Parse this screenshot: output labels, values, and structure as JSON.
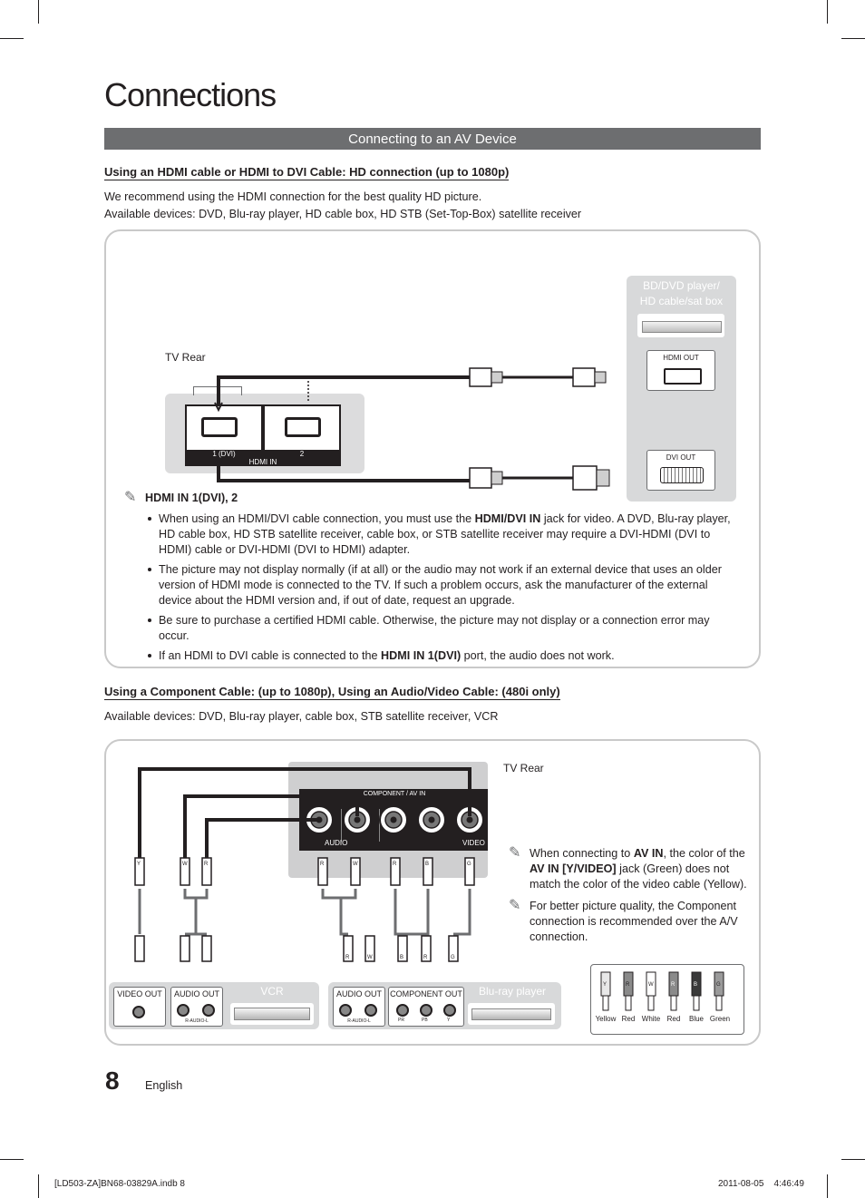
{
  "page": {
    "title": "Connections",
    "page_number": "8",
    "language": "English",
    "footer_file": "[LD503-ZA]BN68-03829A.indb   8",
    "footer_timestamp": "2011-08-05      4:46:49"
  },
  "section": {
    "header": "Connecting to an AV Device"
  },
  "hdmi": {
    "heading": "Using an HDMI cable or HDMI to DVI Cable: HD connection (up to 1080p)",
    "intro_1": "We recommend using the HDMI connection for the best quality HD picture.",
    "intro_2": "Available devices: DVD, Blu-ray player, HD cable box, HD STB (Set-Top-Box) satellite receiver",
    "diagram": {
      "tv_rear": "TV Rear",
      "device_label_1": "BD/DVD player/",
      "device_label_2": "HD cable/sat box",
      "hdmi_out": "HDMI OUT",
      "dvi_out": "DVI OUT",
      "port_1": "1 (DVI)",
      "port_2": "2",
      "hdmi_in": "HDMI IN"
    },
    "note_title": "HDMI IN 1(DVI), 2",
    "bullets": {
      "b1_pre": "When using an HDMI/DVI cable connection, you must use the ",
      "b1_bold": "HDMI/DVI IN",
      "b1_post": " jack for video. A DVD, Blu-ray player, HD cable box, HD STB satellite receiver, cable box, or STB satellite receiver may require a DVI-HDMI (DVI to HDMI) cable or DVI-HDMI (DVI to HDMI) adapter.",
      "b2": "The picture may not display normally (if at all) or the audio may not work if an external device that uses an older version of HDMI mode is connected to the TV. If such a problem occurs, ask the manufacturer of the external device about the HDMI version and, if out of date, request an upgrade.",
      "b3": "Be sure to purchase a certified HDMI cable. Otherwise, the picture may not display or a connection error may occur.",
      "b4_pre": "If an HDMI to DVI cable is connected to the ",
      "b4_bold": "HDMI IN 1(DVI)",
      "b4_post": " port, the audio does not work."
    }
  },
  "component": {
    "heading": "Using a Component Cable: (up to 1080p), Using an Audio/Video Cable: (480i only)",
    "intro": "Available devices: DVD, Blu-ray player, cable box, STB satellite receiver, VCR",
    "diagram": {
      "tv_rear": "TV Rear",
      "panel_label": "COMPONENT / AV IN",
      "audio_label": "AUDIO",
      "r": "R",
      "l": "L",
      "video_label": "VIDEO",
      "vcr": "VCR",
      "video_out": "VIDEO OUT",
      "audio_out_vcr": "AUDIO OUT",
      "r_audio_l": "R-AUDIO-L",
      "bluray": "Blu-ray player",
      "audio_out_br": "AUDIO OUT",
      "component_out": "COMPONENT OUT",
      "pr": "PR",
      "pb": "PB",
      "y": "Y",
      "plug_letters_vcr": [
        "Y",
        "W",
        "R"
      ],
      "plug_letters_bottom": [
        "R",
        "W",
        "B",
        "R",
        "G"
      ],
      "plug_letters_tv": [
        "R",
        "W",
        "R",
        "B",
        "G"
      ],
      "legend": [
        "Yellow",
        "Red",
        "White",
        "Red",
        "Blue",
        "Green"
      ],
      "legend_letters": [
        "Y",
        "R",
        "W",
        "R",
        "B",
        "G"
      ]
    },
    "note1": {
      "pre": "When connecting to ",
      "b1": "AV IN",
      "mid": ", the color of the ",
      "b2": "AV IN [Y/VIDEO]",
      "post": " jack (Green) does not match the color of the video cable (Yellow)."
    },
    "note2": "For better picture quality, the Component connection is recommended over the A/V connection."
  },
  "colors": {
    "section_bar": "#6d6e70",
    "box_border": "#c9c9c9",
    "panel": "#d8d9da",
    "text": "#231f20"
  }
}
